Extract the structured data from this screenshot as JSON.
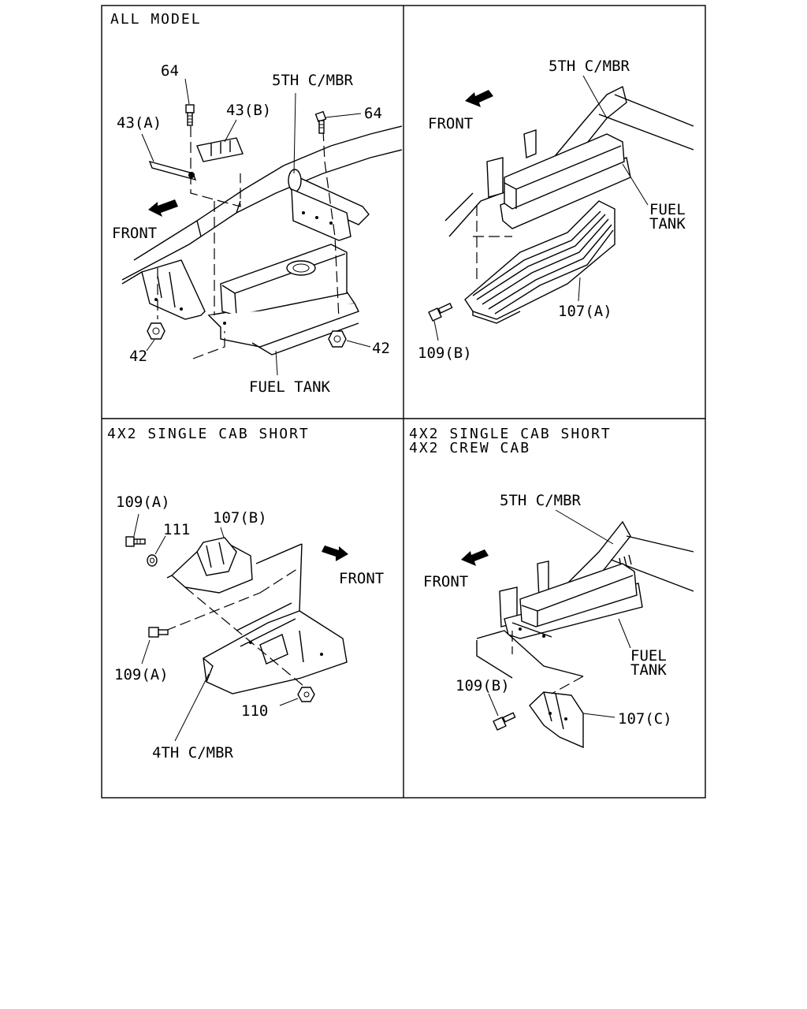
{
  "panels": {
    "top_left": {
      "header": "ALL MODEL",
      "labels": {
        "c64_top": "64",
        "c5th_cmbr": "5TH C/MBR",
        "c43b": "43(B)",
        "c43a": "43(A)",
        "c64_right": "64",
        "front": "FRONT",
        "c42_left": "42",
        "c42_right": "42",
        "fuel_tank": "FUEL TANK"
      }
    },
    "top_right": {
      "header": "",
      "labels": {
        "c5th_cmbr": "5TH C/MBR",
        "front": "FRONT",
        "fuel": "FUEL",
        "tank": "TANK",
        "c107a": "107(A)",
        "c109b": "109(B)"
      }
    },
    "bottom_left": {
      "header": "4X2 SINGLE CAB SHORT",
      "labels": {
        "c109a_top": "109(A)",
        "c111": "111",
        "c107b": "107(B)",
        "front": "FRONT",
        "c109a_bottom": "109(A)",
        "c110": "110",
        "c4th_cmbr": "4TH C/MBR"
      }
    },
    "bottom_right": {
      "header_line1": "4X2 SINGLE CAB SHORT",
      "header_line2": "4X2 CREW CAB",
      "labels": {
        "c5th_cmbr": "5TH C/MBR",
        "front": "FRONT",
        "fuel": "FUEL",
        "tank": "TANK",
        "c109b": "109(B)",
        "c107c": "107(C)"
      }
    }
  },
  "icons": [
    "front-arrow-icon",
    "bolt-icon",
    "nut-icon",
    "washer-icon"
  ]
}
